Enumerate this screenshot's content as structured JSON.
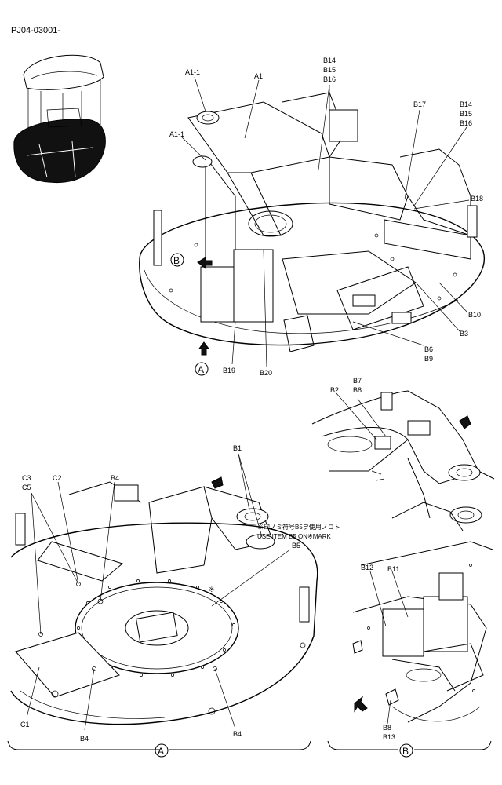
{
  "document": {
    "code": "PJ04-03001-"
  },
  "note": {
    "line1": "※印ノミ符号B5ヲ使用ノコト",
    "line2": "USE ITEM B5 ON※MARK",
    "mark": "※"
  },
  "views": {
    "a": {
      "letter": "A"
    },
    "b": {
      "letter": "B"
    }
  },
  "callouts": {
    "a1_1_top": "A1-1",
    "a1": "A1",
    "b14_b16_top": [
      "B14",
      "B15",
      "B16"
    ],
    "b17": "B17",
    "b14_b16_right": [
      "B14",
      "B15",
      "B16"
    ],
    "a1_1_left": "A1-1",
    "b18": "B18",
    "b10": "B10",
    "b3": "B3",
    "b6_b9": [
      "B6",
      "B9"
    ],
    "b19": "B19",
    "b20": "B20",
    "b2": "B2",
    "b7_b8": [
      "B7",
      "B8"
    ],
    "b1": "B1",
    "b4_top": "B4",
    "c3_c5": [
      "C3",
      "C5"
    ],
    "c2": "C2",
    "b5": "B5",
    "c1": "C1",
    "b4_bl": "B4",
    "b4_br": "B4",
    "b12": "B12",
    "b11": "B11",
    "b8_b13": [
      "B8",
      "B13"
    ]
  }
}
